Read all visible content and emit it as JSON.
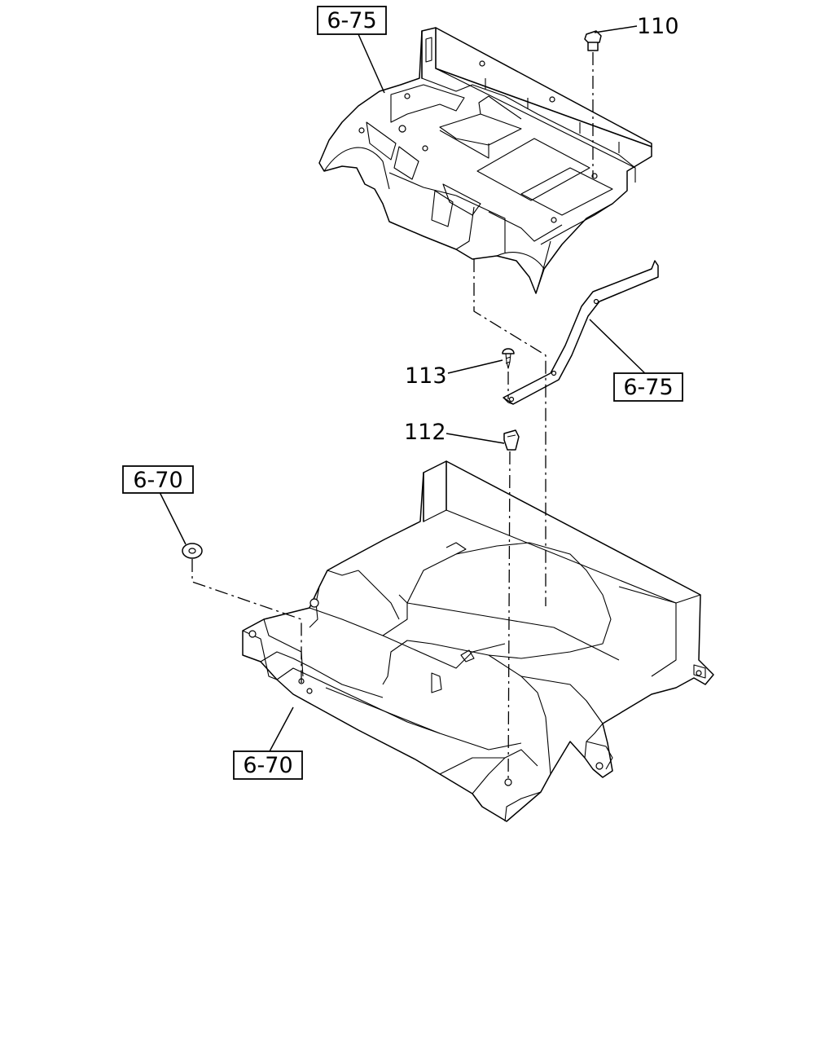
{
  "callouts": {
    "ref_top": "6-75",
    "part_110": "110",
    "part_113": "113",
    "ref_bracket": "6-75",
    "part_112": "112",
    "ref_grommet": "6-70",
    "ref_bottom": "6-70"
  }
}
